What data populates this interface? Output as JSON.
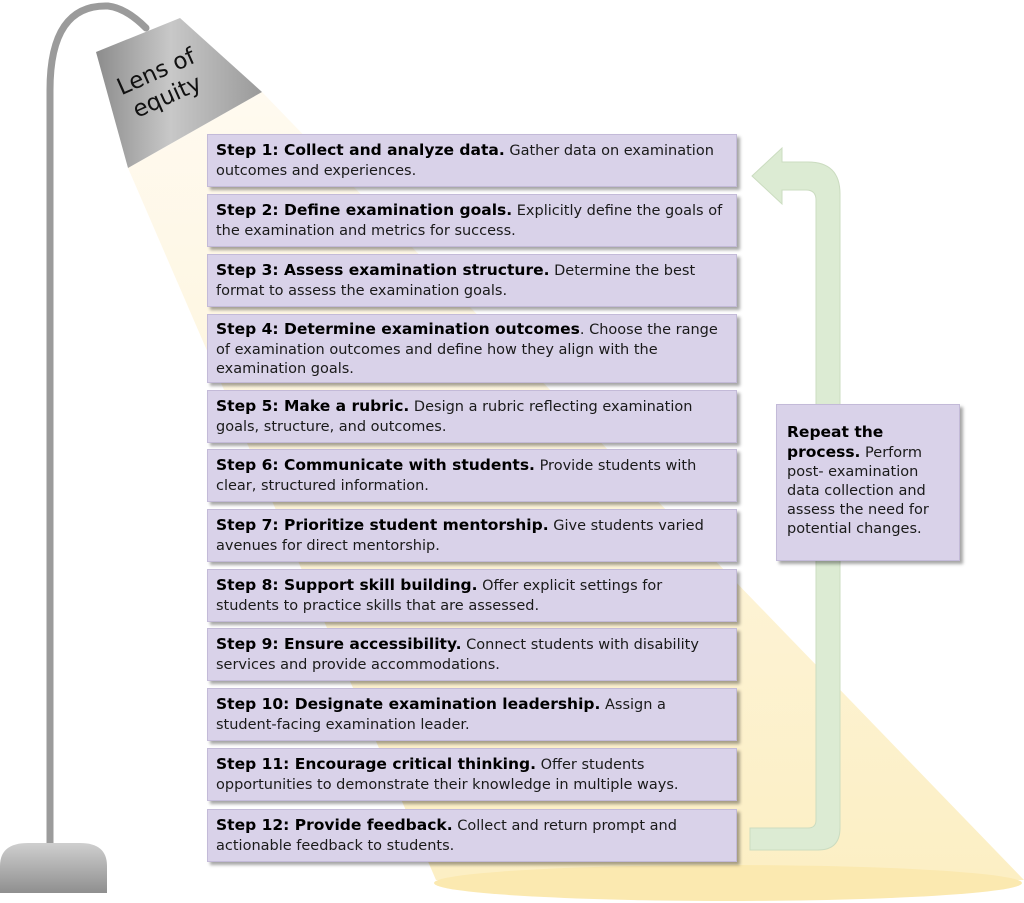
{
  "lamp": {
    "label_line1": "Lens of",
    "label_line2": "equity"
  },
  "steps": [
    {
      "title": "Step 1: Collect and analyze data.",
      "text": "Gather data on examination outcomes and experiences."
    },
    {
      "title": "Step 2: Define examination goals.",
      "text": "Explicitly define the goals of the examination and metrics for success."
    },
    {
      "title": "Step 3: Assess examination structure.",
      "text": "Determine the best format to assess the examination goals."
    },
    {
      "title": "Step 4: Determine examination outcomes",
      "text": ". Choose the range of examination outcomes and define how they align with the examination goals."
    },
    {
      "title": "Step 5: Make a rubric.",
      "text": "Design a rubric reflecting examination goals, structure, and outcomes."
    },
    {
      "title": "Step 6: Communicate with students.",
      "text": "Provide students with clear, structured information."
    },
    {
      "title": "Step 7: Prioritize student mentorship.",
      "text": "Give students varied avenues for direct mentorship."
    },
    {
      "title": "Step 8: Support skill building.",
      "text": "Offer explicit settings for students to practice skills that are assessed."
    },
    {
      "title": "Step 9: Ensure accessibility.",
      "text": "Connect students with disability services and provide accommodations."
    },
    {
      "title": "Step 10: Designate examination leadership.",
      "text": "Assign a student-facing examination leader."
    },
    {
      "title": "Step 11: Encourage critical thinking.",
      "text": "Offer students opportunities to demonstrate their knowledge in multiple ways."
    },
    {
      "title": "Step 12: Provide feedback.",
      "text": "Collect and return prompt and actionable feedback to students."
    }
  ],
  "repeat": {
    "title": "Repeat the process.",
    "text": "Perform post- examination data collection and assess the need for potential changes."
  },
  "colors": {
    "box_fill": "#d9d2e9",
    "light_beam": "#fdf3d0",
    "arrow": "#dcebd3",
    "lamp_gray": "#9a9a9a"
  }
}
